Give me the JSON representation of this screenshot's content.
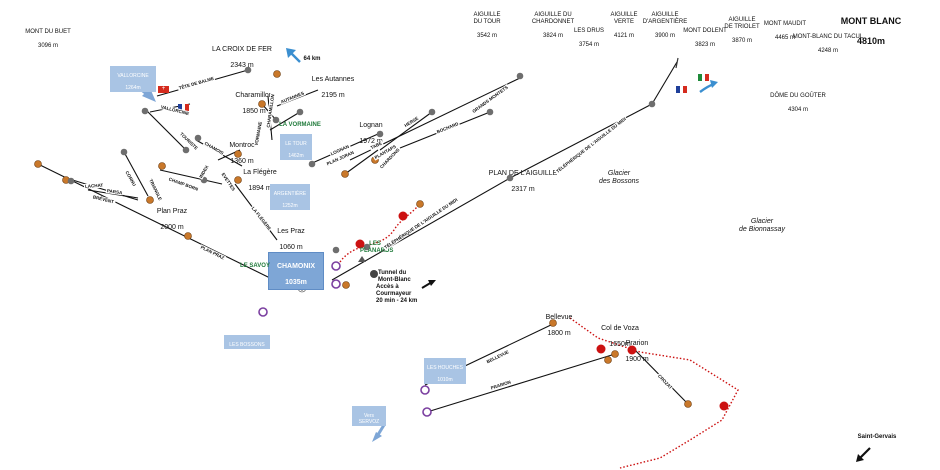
{
  "summits": [
    {
      "name": "MONT DU BUET",
      "alt": "3096 m"
    },
    {
      "name": "AIGUILLE\nDU TOUR",
      "alt": "3542 m"
    },
    {
      "name": "AIGUILLE DU\nCHARDONNET",
      "alt": "3824 m"
    },
    {
      "name": "LES DRUS",
      "alt": "3754 m"
    },
    {
      "name": "AIGUILLE\nVERTE",
      "alt": "4121 m"
    },
    {
      "name": "AIGUILLE\nD'ARGENTIÈRE",
      "alt": "3900 m"
    },
    {
      "name": "MONT DOLENT",
      "alt": "3823 m"
    },
    {
      "name": "AIGUILLE\nDE TRIOLET",
      "alt": "3870 m"
    },
    {
      "name": "MONT MAUDIT",
      "alt": "4465 m"
    },
    {
      "name": "MONT BLANC",
      "alt": "4810m"
    },
    {
      "name": "MONT-BLANC DU TACUL",
      "alt": "4248 m"
    },
    {
      "name": "DÔME DU GOÛTER",
      "alt": "4304 m"
    }
  ],
  "places": [
    {
      "name": "LA CROIX DE FER",
      "alt": "2343 m"
    },
    {
      "name": "Les Autannes",
      "alt": "2195 m"
    },
    {
      "name": "Charamillon",
      "alt": "1850 m"
    },
    {
      "name": "Montroc",
      "alt": "1360 m"
    },
    {
      "name": "La Flégère",
      "alt": "1894 m"
    },
    {
      "name": "Lognan",
      "alt": "1972 m"
    },
    {
      "name": "PLAN DE L'AIGUILLE",
      "alt": "2317 m"
    },
    {
      "name": "Plan Praz",
      "alt": "2000 m"
    },
    {
      "name": "Les Praz",
      "alt": "1060 m"
    },
    {
      "name": "Bellevue",
      "alt": "1800 m"
    },
    {
      "name": "Col de Voza",
      "alt": "1650m"
    },
    {
      "name": "Prarion",
      "alt": "1900 m"
    }
  ],
  "villages": {
    "vallorcine": {
      "name": "VALLORCINE",
      "alt": "1264m"
    },
    "le_tour": {
      "name": "LE TOUR",
      "alt": "1462m"
    },
    "argentiere": {
      "name": "ARGENTIÈRE",
      "alt": "1252m"
    },
    "chamonix": {
      "name": "CHAMONIX",
      "alt": "1035m"
    },
    "les_bossons": {
      "name": "LES BOSSONS"
    },
    "les_houches": {
      "name": "LES HOUCHES",
      "alt": "1010m"
    },
    "vers_servoz": {
      "name": "Vers\nSERVOZ"
    }
  },
  "glaciers": [
    {
      "name": "Glacier\ndes Bossons"
    },
    {
      "name": "Glacier\nde Bionnassay"
    }
  ],
  "green_labels": {
    "la_vormaine": "LA VORMAINE",
    "le_savoy": "LE SAVOY",
    "les_planards": "LES\nPLANARDS"
  },
  "notes": {
    "distance": "64 km",
    "tunnel": "Tunnel du\nMont-Blanc",
    "courmayeur": "Accès à Courmayeur\n20 min - 24 km",
    "saint_gervais": "Saint-Gervais"
  },
  "lifts": [
    "TÊTE DE BALME",
    "VALLORCINE",
    "AUTANNES",
    "CHARAMILLON",
    "TOURISTE",
    "CHAMOIS",
    "VORMAINE",
    "PLANTAPS",
    "CHARDONS",
    "GRANDS MONTETS",
    "BOCHARD",
    "HERSE",
    "TABÉ",
    "PLAN JORAN",
    "LOGNAN",
    "BRÉVENT",
    "PARSA",
    "CORNU",
    "LA FLÉGÈRE",
    "INDEX",
    "TRIANGLE",
    "EVETTES",
    "CHAMP BORN",
    "LACHAT",
    "PLAN PRAZ",
    "TÉLÉPHÉRIQUE DE L'AIGUILLE DU MIDI",
    "BELLEVUE",
    "PRARION",
    "CROZAT"
  ],
  "colors": {
    "lift_line": "#111111",
    "trail": "#cc1111",
    "village_box": "#a9c4e4",
    "chamonix_box": "#7ea6d6",
    "arrow": "#3b8fd0",
    "green_text": "#1f7a3a",
    "gondola": "#7b3fa0",
    "chairlift": "#c9782a",
    "train": "#cc1111"
  }
}
